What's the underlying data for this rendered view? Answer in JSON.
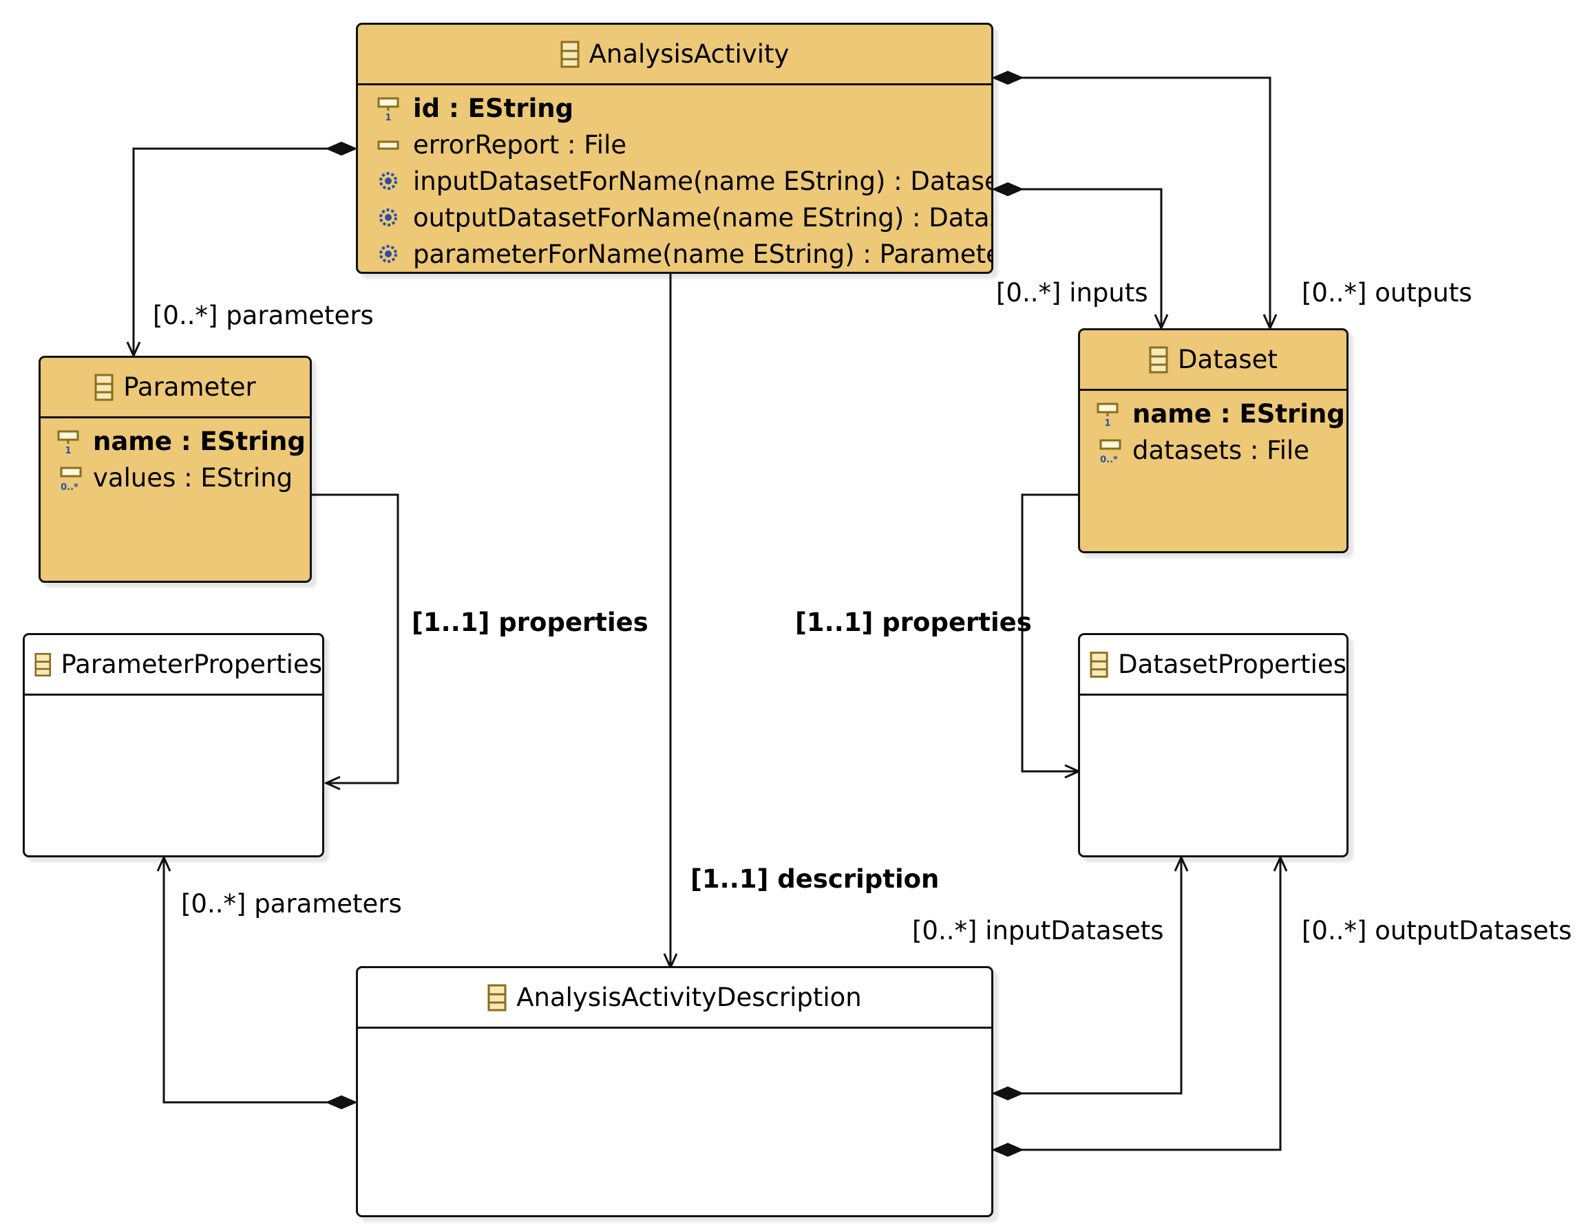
{
  "classes": {
    "analysis_activity": {
      "name": "AnalysisActivity",
      "features": [
        {
          "text": "id : EString",
          "icon": "id-attribute-icon"
        },
        {
          "text": "errorReport : File",
          "icon": "attribute-icon"
        },
        {
          "text": "inputDatasetForName(name EString) : Dataset",
          "icon": "operation-icon"
        },
        {
          "text": "outputDatasetForName(name EString) : Dataset",
          "icon": "operation-icon"
        },
        {
          "text": "parameterForName(name EString) : Parameter",
          "icon": "operation-icon"
        }
      ]
    },
    "parameter": {
      "name": "Parameter",
      "features": [
        {
          "text": "name : EString",
          "icon": "id-attribute-icon"
        },
        {
          "text": "values : EString",
          "icon": "many-attribute-icon"
        }
      ]
    },
    "dataset": {
      "name": "Dataset",
      "features": [
        {
          "text": "name : EString",
          "icon": "id-attribute-icon"
        },
        {
          "text": "datasets : File",
          "icon": "many-attribute-icon"
        }
      ]
    },
    "parameter_properties": {
      "name": "ParameterProperties"
    },
    "dataset_properties": {
      "name": "DatasetProperties"
    },
    "analysis_activity_description": {
      "name": "AnalysisActivityDescription"
    }
  },
  "references": {
    "activity_parameters": "[0..*] parameters",
    "activity_inputs": "[0..*] inputs",
    "activity_outputs": "[0..*] outputs",
    "parameter_properties": "[1..1] properties",
    "dataset_properties": "[1..1] properties",
    "activity_description": "[1..1] description",
    "description_parameters": "[0..*] parameters",
    "description_input_datasets": "[0..*] inputDatasets",
    "description_output_datasets": "[0..*] outputDatasets"
  },
  "colors": {
    "class_fill": "#ecc877",
    "empty_fill": "#ffffff",
    "line": "#111111",
    "icon_blue": "#2b4fa0"
  }
}
